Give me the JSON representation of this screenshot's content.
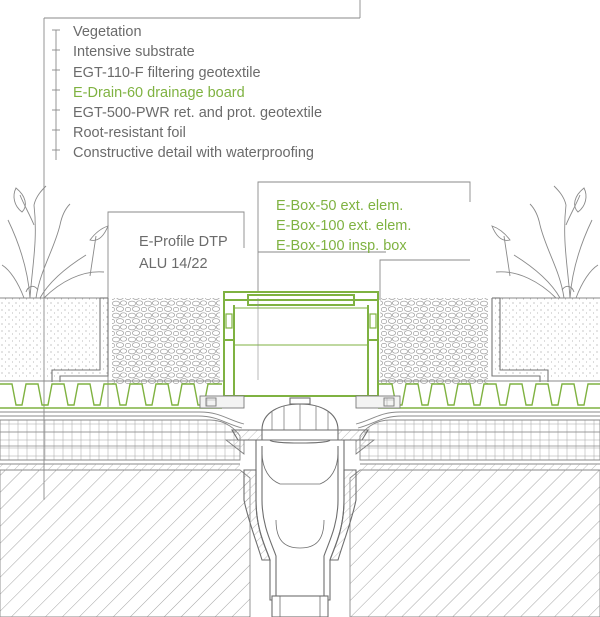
{
  "colors": {
    "line": "#8a8a8a",
    "line_dark": "#6e6e6e",
    "label_gray": "#6b6b6b",
    "accent_green": "#7fb241"
  },
  "layer_labels": [
    {
      "text": "Vegetation",
      "accent": false
    },
    {
      "text": "Intensive substrate",
      "accent": false
    },
    {
      "text": "EGT-110-F filtering geotextile",
      "accent": false
    },
    {
      "text": "E-Drain-60 drainage board",
      "accent": true
    },
    {
      "text": "EGT-500-PWR ret. and prot. geotextile",
      "accent": false
    },
    {
      "text": "Root-resistant foil",
      "accent": false
    },
    {
      "text": "Constructive detail with waterproofing",
      "accent": false
    }
  ],
  "profile_label": {
    "line1": "E-Profile DTP",
    "line2": "ALU 14/22"
  },
  "box_labels": [
    {
      "text": "E-Box-50 ext. elem.",
      "accent": true
    },
    {
      "text": "E-Box-100 ext. elem.",
      "accent": true
    },
    {
      "text": "E-Box-100 insp. box",
      "accent": true
    }
  ]
}
